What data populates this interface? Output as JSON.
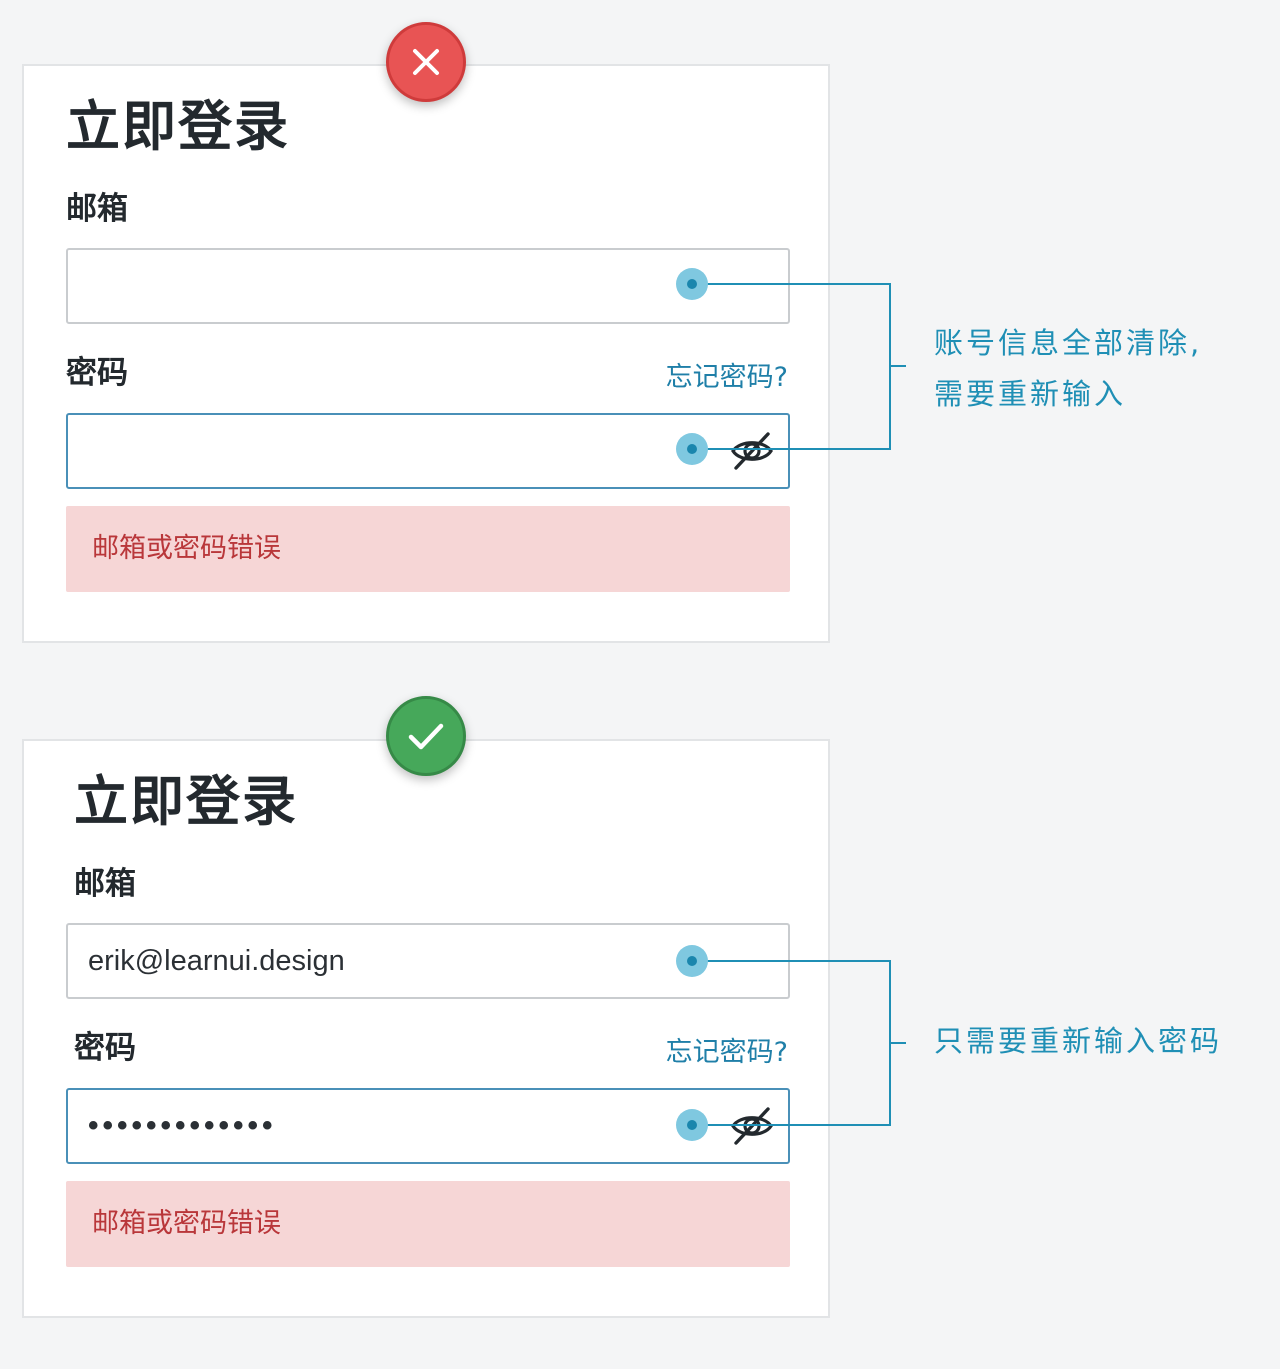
{
  "colors": {
    "accent": "#1f8fb5",
    "error_bg": "#f6d6d6",
    "error_text": "#b9373a",
    "bad_badge": "#e85454",
    "good_badge": "#46a85a"
  },
  "bad_example": {
    "badge_icon": "close-icon",
    "title": "立即登录",
    "email_label": "邮箱",
    "email_value": "",
    "password_label": "密码",
    "forgot_link": "忘记密码?",
    "password_value": "",
    "eye_icon": "eye-off-icon",
    "error_message": "邮箱或密码错误",
    "annotation": "账号信息全部清除,\n需要重新输入"
  },
  "good_example": {
    "badge_icon": "check-icon",
    "title": "立即登录",
    "email_label": "邮箱",
    "email_value": "erik@learnui.design",
    "password_label": "密码",
    "forgot_link": "忘记密码?",
    "password_value": "•••••••••••••",
    "eye_icon": "eye-off-icon",
    "error_message": "邮箱或密码错误",
    "annotation": "只需要重新输入密码"
  }
}
